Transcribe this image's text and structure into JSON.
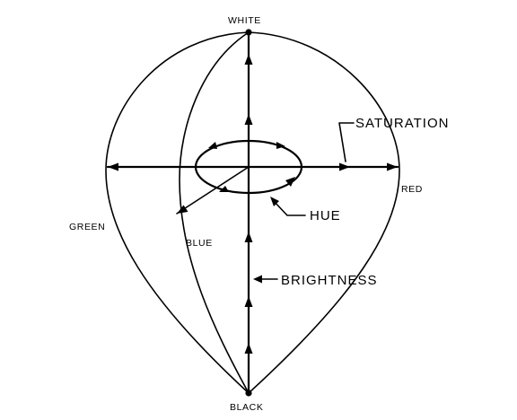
{
  "labels": {
    "white": "WHITE",
    "black": "BLACK",
    "saturation": "SATURATION",
    "red": "RED",
    "green": "GREEN",
    "blue": "BLUE",
    "hue": "HUE",
    "brightness": "BRIGHTNESS"
  }
}
